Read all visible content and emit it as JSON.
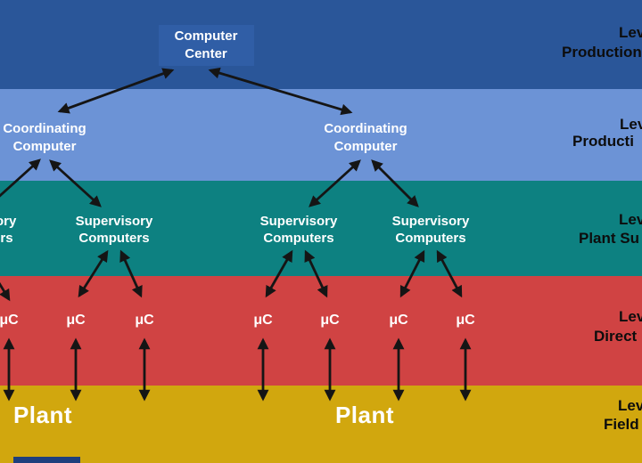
{
  "levels": [
    {
      "id": "band-1",
      "color": "#2a5699",
      "label_top": "Lev",
      "label_bottom": "Production"
    },
    {
      "id": "band-2",
      "color": "#6c93d6",
      "label_top": "Lev",
      "label_bottom": "Producti"
    },
    {
      "id": "band-3",
      "color": "#0d8181",
      "label_top": "Lev",
      "label_bottom": "Plant Su"
    },
    {
      "id": "band-4",
      "color": "#d04343",
      "label_top": "Lev",
      "label_bottom": "Direct"
    },
    {
      "id": "band-5",
      "color": "#d1a70e",
      "label_top": "Lev",
      "label_bottom": "Field"
    }
  ],
  "nodes": {
    "computer_center": {
      "line1": "Computer",
      "line2": "Center"
    },
    "coordinating": {
      "line1": "Coordinating",
      "line2": "Computer"
    },
    "supervisory": {
      "line1": "Supervisory",
      "line2": "Computers"
    },
    "micro_label": "μC",
    "plant_label": "Plant"
  },
  "arrow_color": "#151515",
  "computer_center_box_color": "#305ea6"
}
